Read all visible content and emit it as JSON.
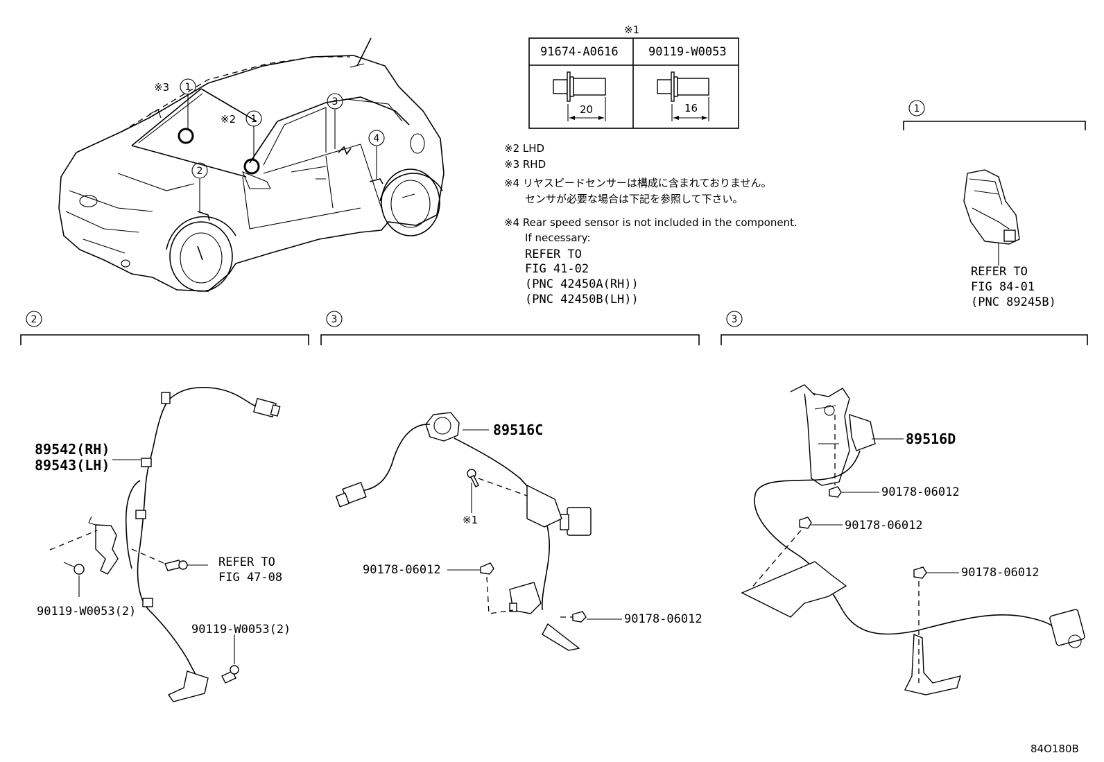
{
  "callouts": {
    "c1": "1",
    "c2": "2",
    "c3": "3",
    "c4": "4"
  },
  "notes": {
    "mark1": "※1",
    "mark2": "※2",
    "mark3": "※3",
    "mark4": "※4",
    "lhd": "※2 LHD",
    "rhd": "※3 RHD",
    "jp_line1": "※4 リヤスピードセンサーは構成に含まれておりません。",
    "jp_line2": "センサが必要な場合は下記を参照して下さい。",
    "en_line1": "※4 Rear speed sensor is not included in the component.",
    "en_line2": "If necessary:",
    "refer_to": "REFER TO",
    "fig_4102": "FIG 41-02",
    "pnc_a": "(PNC 42450A(RH))",
    "pnc_b": "(PNC 42450B(LH))"
  },
  "bolt_table": {
    "col1_part": "91674-A0616",
    "col2_part": "90119-W0053",
    "col1_length": "20",
    "col2_length": "16"
  },
  "section1": {
    "refer_to": "REFER TO",
    "fig": "FIG 84-01",
    "pnc": "(PNC 89245B)"
  },
  "section2": {
    "part_rh": "89542(RH)",
    "part_lh": "89543(LH)",
    "refer_to": "REFER TO",
    "fig": "FIG 47-08",
    "bolt_a": "90119-W0053(2)",
    "bolt_b": "90119-W0053(2)"
  },
  "section3a": {
    "part": "89516C",
    "nut_a": "90178-06012",
    "nut_b": "90178-06012"
  },
  "section3b": {
    "part": "89516D",
    "nut_a": "90178-06012",
    "nut_b": "90178-06012",
    "nut_c": "90178-06012"
  },
  "figure_code": "84O180B"
}
